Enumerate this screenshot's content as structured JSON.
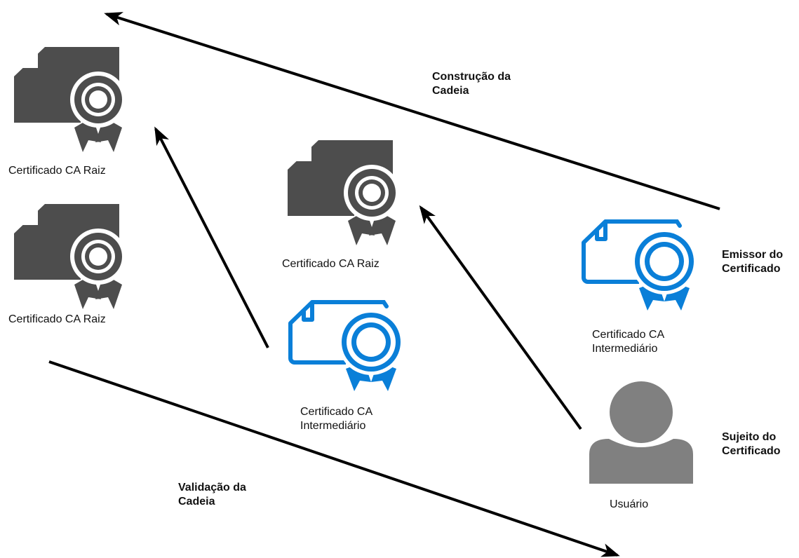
{
  "colors": {
    "root_cert": "#4d4d4d",
    "intermediate_cert": "#0a7fd8",
    "user": "#808080",
    "arrow": "#000000"
  },
  "icons": {
    "root": "root-certificate-icon",
    "intermediate": "intermediate-certificate-icon",
    "user": "user-icon"
  },
  "labels": {
    "root_left_top": "Certificado CA Raiz",
    "root_left_bottom": "Certificado CA Raiz",
    "root_center": "Certificado CA Raiz",
    "intermediate_center": [
      "Certificado CA",
      "Intermediário"
    ],
    "intermediate_right": [
      "Certificado CA",
      "Intermediário"
    ],
    "user": "Usuário",
    "chain_building": [
      "Construção da",
      "Cadeia"
    ],
    "chain_validation": [
      "Validação da",
      "Cadeia"
    ],
    "issuer": [
      "Emissor do",
      "Certificado"
    ],
    "subject": [
      "Sujeito do",
      "Certificado"
    ]
  }
}
